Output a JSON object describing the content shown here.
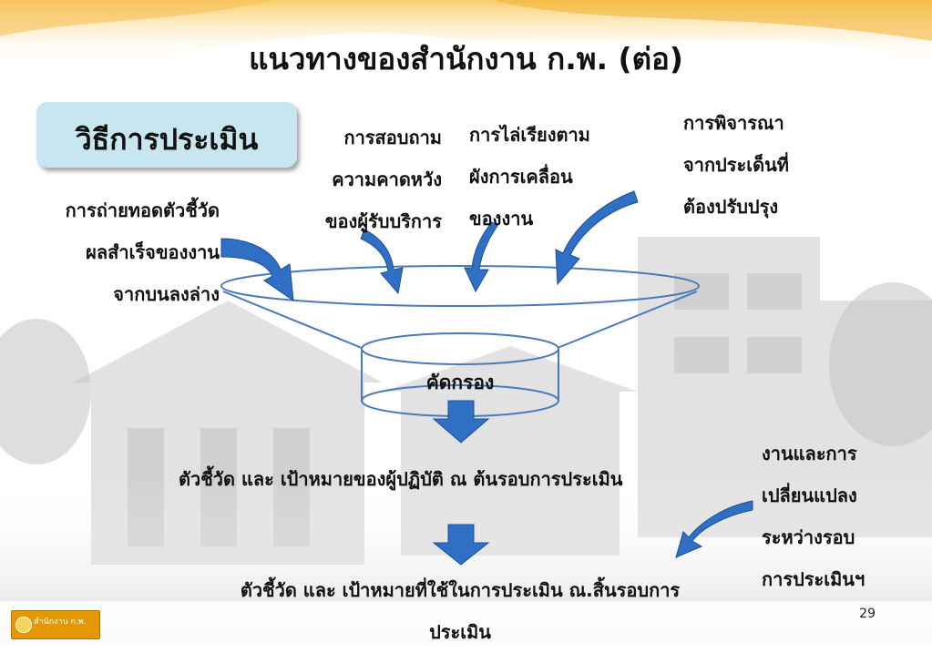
{
  "slide": {
    "title": "แนวทางของสำนักงาน ก.พ. (ต่อ)",
    "method_box": "วิธีการประเมิน",
    "inputs": {
      "survey": [
        "การสอบถาม",
        "ความคาดหวัง",
        "ของผู้รับบริการ"
      ],
      "cascade_ordering": [
        "การไล่เรียงตาม",
        "ผังการเคลื่อน",
        "ของงาน"
      ],
      "consider_issues": [
        "การพิจารณา",
        "จากประเด็นที่",
        "ต้องปรับปรุง"
      ],
      "top_down_kpi": [
        "การถ่ายทอดตัวชี้วัด",
        "ผลสำเร็จของงาน",
        "จากบนลงล่าง"
      ]
    },
    "filter_label": "คัดกรอง",
    "result_start": "ตัวชี้วัด และ เป้าหมายของผู้ปฏิบัติ ณ ต้นรอบการประเมิน",
    "change_note": [
      "งานและการ",
      "เปลี่ยนแปลง",
      "ระหว่างรอบ",
      "การประเมินฯ"
    ],
    "result_end": [
      "ตัวชี้วัด และ เป้าหมายที่ใช้ในการประเมิน ณ.สิ้นรอบการ",
      "ประเมิน"
    ],
    "page_number": "29",
    "logo_text": "สำนักงาน ก.พ."
  },
  "colors": {
    "arrow_blue": "#2f6fc4",
    "funnel_stroke": "#4a7ab8",
    "method_box_fill": "#c7e6ef",
    "logo_orange": "#e39800"
  }
}
